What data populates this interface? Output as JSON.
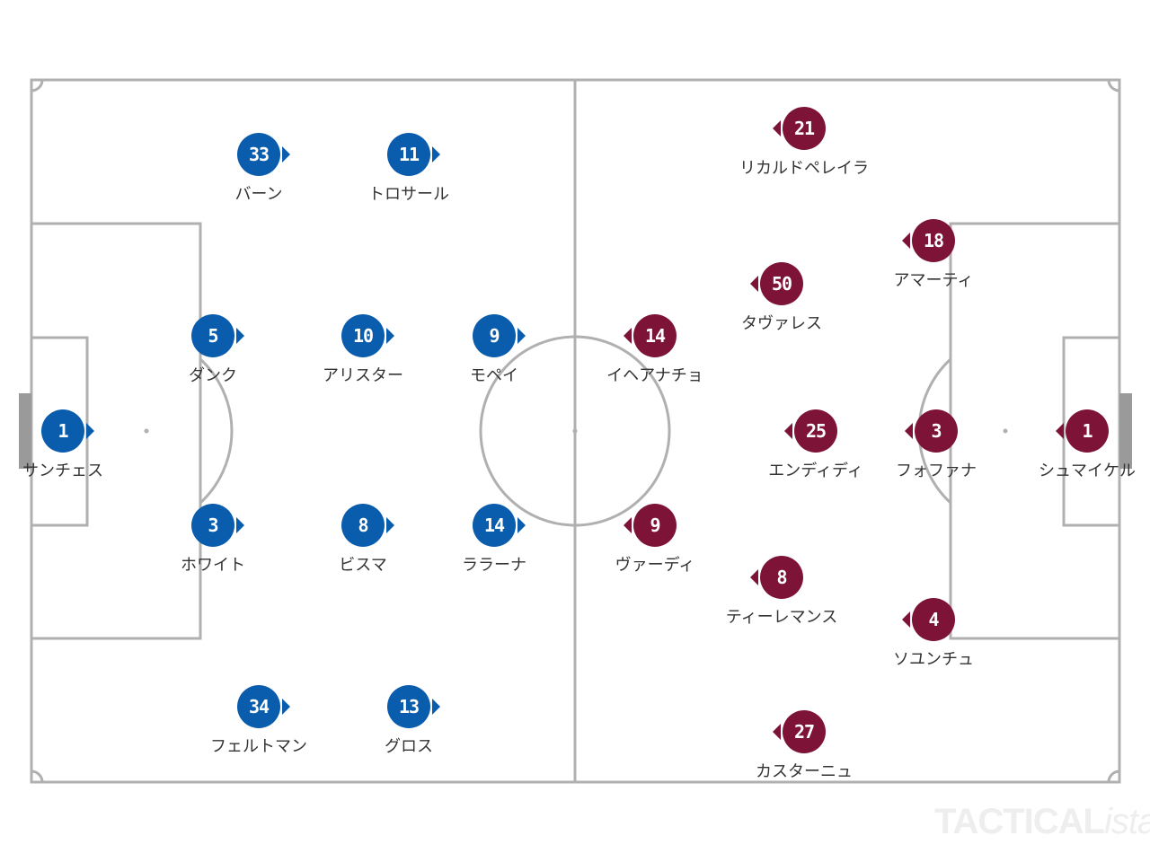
{
  "colors": {
    "home": "#0a5cad",
    "away": "#7d1438",
    "pitch_lines": "#b0b0b0",
    "goal": "#9a9a9a"
  },
  "watermark": {
    "main": "TACTICAL",
    "suffix": "ista"
  },
  "home_team": {
    "attack_direction": "right",
    "players": [
      {
        "number": "1",
        "name": "サンチェス"
      },
      {
        "number": "33",
        "name": "バーン"
      },
      {
        "number": "11",
        "name": "トロサール"
      },
      {
        "number": "5",
        "name": "ダンク"
      },
      {
        "number": "10",
        "name": "アリスター"
      },
      {
        "number": "9",
        "name": "モペイ"
      },
      {
        "number": "3",
        "name": "ホワイト"
      },
      {
        "number": "8",
        "name": "ビスマ"
      },
      {
        "number": "14",
        "name": "ララーナ"
      },
      {
        "number": "34",
        "name": "フェルトマン"
      },
      {
        "number": "13",
        "name": "グロス"
      }
    ]
  },
  "away_team": {
    "attack_direction": "left",
    "players": [
      {
        "number": "21",
        "name": "リカルドペレイラ"
      },
      {
        "number": "18",
        "name": "アマーティ"
      },
      {
        "number": "50",
        "name": "タヴァレス"
      },
      {
        "number": "14",
        "name": "イヘアナチョ"
      },
      {
        "number": "25",
        "name": "エンディディ"
      },
      {
        "number": "3",
        "name": "フォファナ"
      },
      {
        "number": "1",
        "name": "シュマイケル"
      },
      {
        "number": "9",
        "name": "ヴァーディ"
      },
      {
        "number": "8",
        "name": "ティーレマンス"
      },
      {
        "number": "4",
        "name": "ソユンチュ"
      },
      {
        "number": "27",
        "name": "カスターニュ"
      }
    ]
  }
}
